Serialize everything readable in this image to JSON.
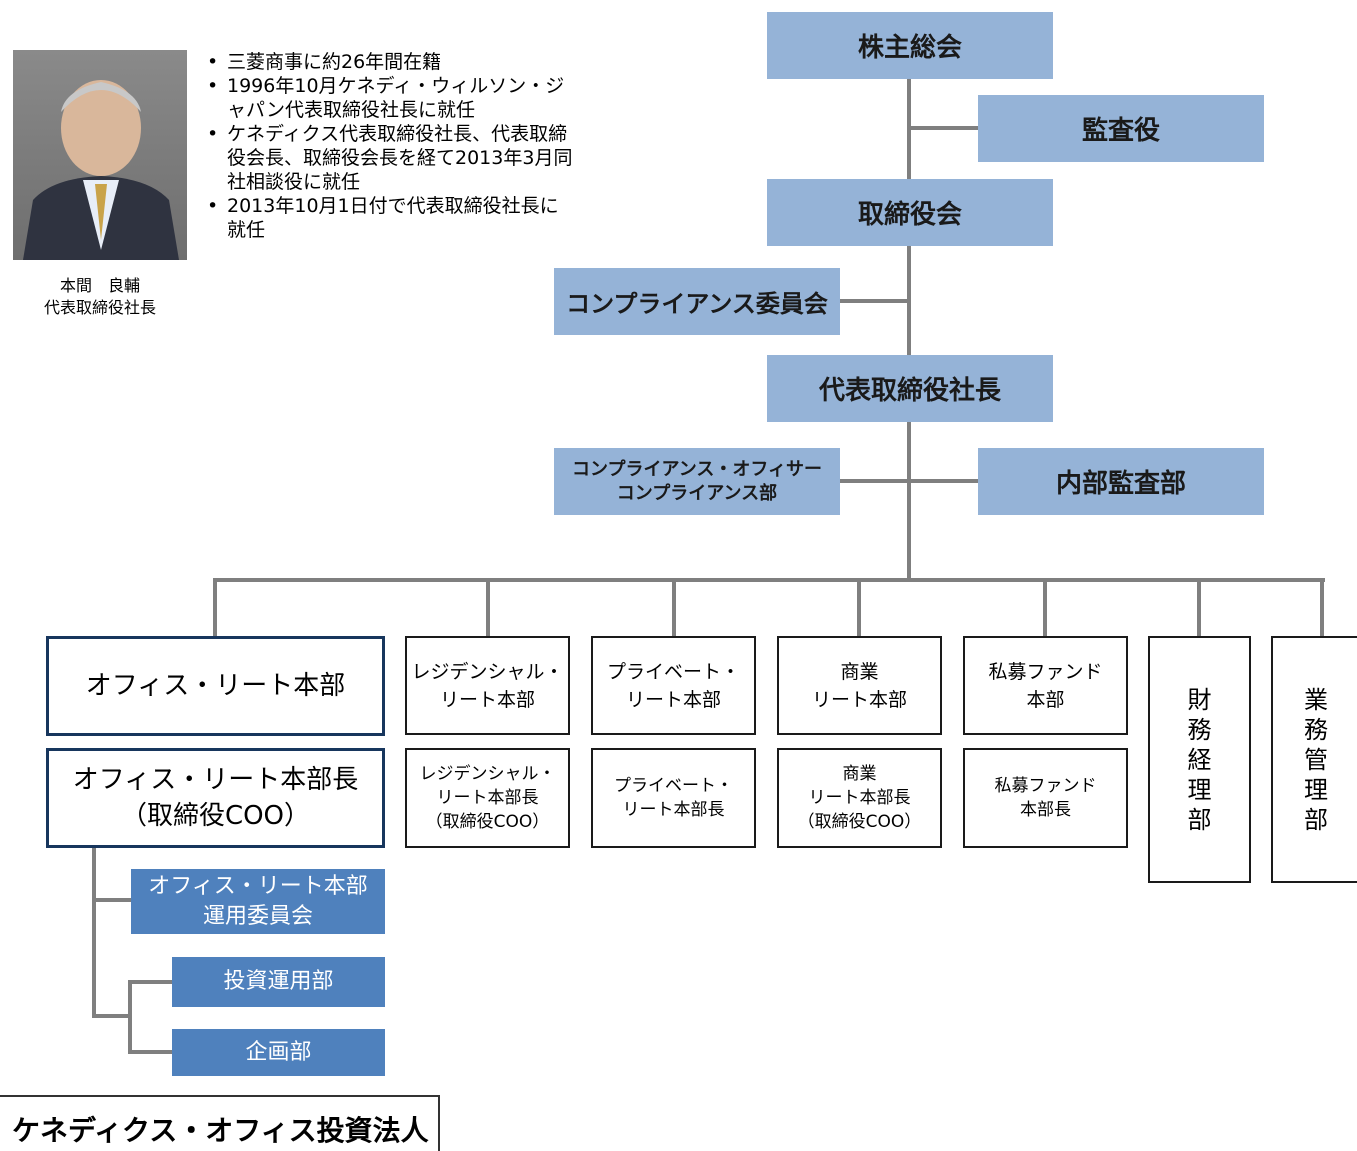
{
  "profile": {
    "name": "本間　良輔",
    "title": "代表取締役社長",
    "bio": [
      "三菱商事に約26年間在籍",
      "1996年10月ケネディ・ウィルソン・ジャパン代表取締役社長に就任",
      "ケネディクス代表取締役社長、代表取締役会長、取締役会長を経て2013年3月同社相談役に就任",
      "2013年10月1日付で代表取締役社長に就任"
    ]
  },
  "org": {
    "shareholders": "株主総会",
    "auditor": "監査役",
    "board": "取締役会",
    "compliance_committee": "コンプライアンス委員会",
    "president": "代表取締役社長",
    "compliance_officer": "コンプライアンス・オフィサー\nコンプライアンス部",
    "internal_audit": "内部監査部",
    "divisions": [
      {
        "name": "オフィス・リート本部",
        "head": "オフィス・リート本部長\n（取締役COO）"
      },
      {
        "name": "レジデンシャル・\nリート本部",
        "head": "レジデンシャル・\nリート本部長\n（取締役COO）"
      },
      {
        "name": "プライベート・\nリート本部",
        "head": "プライベート・\nリート本部長"
      },
      {
        "name": "商業\nリート本部",
        "head": "商業\nリート本部長\n（取締役COO）"
      },
      {
        "name": "私募ファンド\n本部",
        "head": "私募ファンド\n本部長"
      }
    ],
    "finance": [
      "財",
      "務",
      "経",
      "理",
      "部"
    ],
    "operations": [
      "業",
      "務",
      "管",
      "理",
      "部"
    ],
    "office_sub": {
      "committee": "オフィス・リート本部\n運用委員会",
      "investment": "投資運用部",
      "planning": "企画部"
    }
  },
  "footer": "ケネディクス・オフィス投資法人"
}
